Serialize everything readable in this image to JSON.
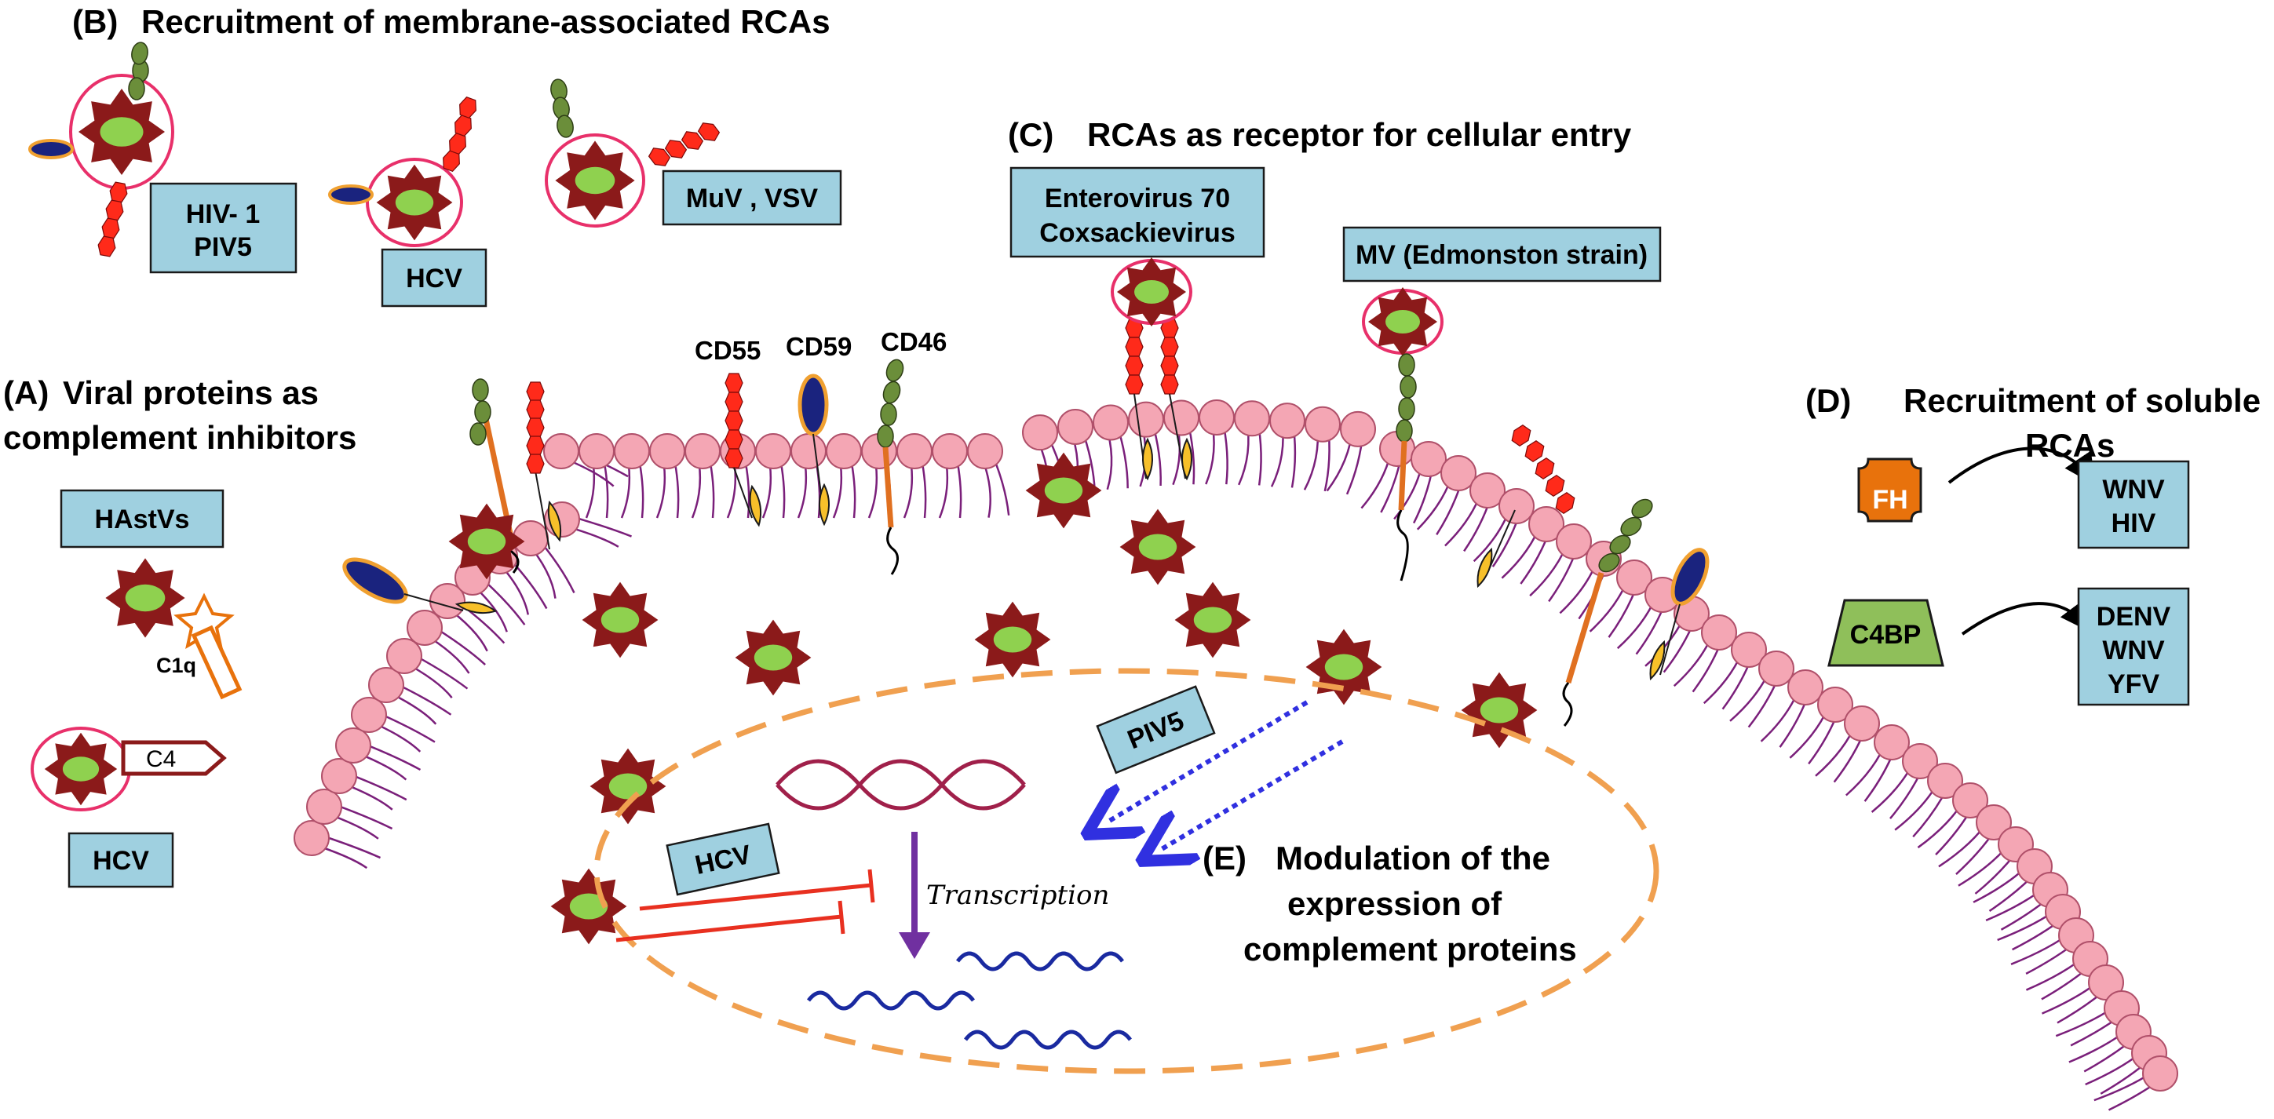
{
  "panels": {
    "a_title_line1": "(A)",
    "a_title_line1b": "Viral proteins as",
    "a_title_line2": "complement inhibitors",
    "b_title": "(B)",
    "b_title_text": "Recruitment of membrane-associated RCAs",
    "c_title": "(C)",
    "c_title_text": "RCAs  as receptor for cellular entry",
    "d_title": "(D)",
    "d_title_line1": "Recruitment of soluble",
    "d_title_line2": "RCAs",
    "e_title": "(E)",
    "e_title_line1": "Modulation of the",
    "e_title_line2": "expression of",
    "e_title_line3": "complement proteins"
  },
  "boxes": {
    "hiv1": "HIV- 1",
    "piv5_b": "PIV5",
    "hcv_b": "HCV",
    "muv_vsv": "MuV , VSV",
    "entero_line1": "Enterovirus 70",
    "entero_line2": "Coxsackievirus",
    "mv": "MV (Edmonston strain)",
    "hastvs": "HAstVs",
    "hcv_a": "HCV",
    "wnv_hiv_1": "WNV",
    "wnv_hiv_2": "HIV",
    "denv_1": "DENV",
    "denv_2": "WNV",
    "denv_3": "YFV",
    "piv5_e": "PIV5",
    "hcv_e": "HCV"
  },
  "labels": {
    "cd55": "CD55",
    "cd59": "CD59",
    "cd46": "CD46",
    "c1q": "C1q",
    "c4": "C4",
    "fh": "FH",
    "c4bp": "C4BP",
    "transcription": "Transcription"
  },
  "colors": {
    "virus_star": "#8b1a1a",
    "virus_core": "#8fd14f",
    "membrane_head": "#f4a6b4",
    "membrane_tail": "#7a1f7a",
    "cd46_domain": "#6b8e3a",
    "cd55_domain": "#ff2a1a",
    "cd59_domain": "#1a237e",
    "box_fill": "#9fd0e0",
    "fh_fill": "#e8720c",
    "c4bp_fill": "#8fbf5a",
    "nucleus_border": "#f0a050",
    "inhibit_line": "#e83020",
    "transcription_arrow": "#7030a0",
    "mrna": "#1a2aa0",
    "dna": "#a0204a",
    "piv5_arrow": "#3030e0"
  }
}
